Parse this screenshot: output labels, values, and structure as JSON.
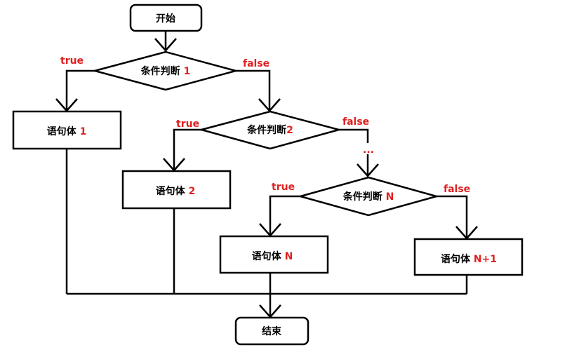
{
  "colors": {
    "line": "#000000",
    "branch_label": "#e02020",
    "background": "#ffffff"
  },
  "start": {
    "label": "开始"
  },
  "end": {
    "label": "结束"
  },
  "conditions": [
    {
      "label": "条件判断 ",
      "suffix": "1",
      "true_label": "true",
      "false_label": "false"
    },
    {
      "label": "条件判断",
      "suffix": "2",
      "true_label": "true",
      "false_label": "false"
    },
    {
      "label": "条件判断 ",
      "suffix": "N",
      "true_label": "true",
      "false_label": "false"
    }
  ],
  "statements": [
    {
      "label": "语句体 ",
      "suffix": "1"
    },
    {
      "label": "语句体 ",
      "suffix": "2"
    },
    {
      "label": "语句体 ",
      "suffix": "N"
    },
    {
      "label": "语句体 ",
      "suffix": "N+1"
    }
  ],
  "ellipsis": "..."
}
